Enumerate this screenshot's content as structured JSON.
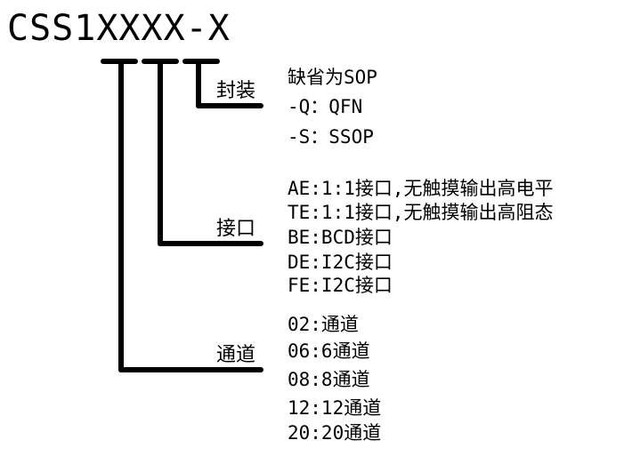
{
  "title": "CSS1XXXX-X",
  "groups": [
    {
      "label": "封装",
      "options": [
        "缺省为SOP",
        "-Q：QFN",
        "-S：SSOP"
      ]
    },
    {
      "label": "接口",
      "options": [
        "AE:1:1接口,无触摸输出高电平",
        "TE:1:1接口,无触摸输出高阻态",
        "BE:BCD接口",
        "DE:I2C接口",
        "FE:I2C接口"
      ]
    },
    {
      "label": "通道",
      "options": [
        "02:通道",
        "06:6通道",
        "08:8通道",
        "12:12通道",
        "20:20通道"
      ]
    }
  ]
}
